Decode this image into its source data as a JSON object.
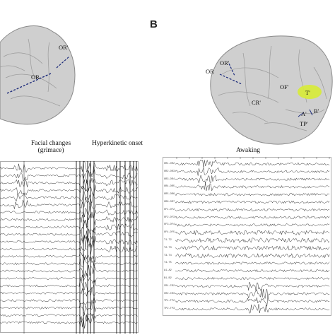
{
  "figure": {
    "panel_b_letter": "B",
    "left_brain_labels": [
      "OR'",
      "OR"
    ],
    "right_brain_labels": [
      "OR",
      "OR'",
      "OF'",
      "T'",
      "CR'",
      "A'",
      "B'",
      "TP'"
    ],
    "colors": {
      "trace": "#1a1a1a",
      "brain": "#cfcfcf",
      "brain_edge": "#8a8a8a",
      "highlight": "#d8ec3a",
      "electrode": "#1c2a7a"
    },
    "left_eeg": {
      "annotation_1_line1": "Facial changes",
      "annotation_1_line2": "(grimace)",
      "annotation_2": "Hyperkinetic onset"
    },
    "right_eeg": {
      "annotation": "Awaking",
      "channels": [
        "OR1-OR2",
        "OR2-OR3",
        "OR3-OR4",
        "OR4-OR5",
        "OR5-OR6",
        "OR6-OR7",
        "OF1-OF2",
        "OF2-OF3",
        "OF3-OF4",
        "OF4-OF5",
        "T1-T2",
        "T2-T3",
        "T3-T4",
        "T4-T5",
        "A1-A2",
        "B1-B2",
        "CR1-CR2",
        "CR2-CR3",
        "TP1-TP2",
        "TP2-TP3"
      ]
    }
  }
}
